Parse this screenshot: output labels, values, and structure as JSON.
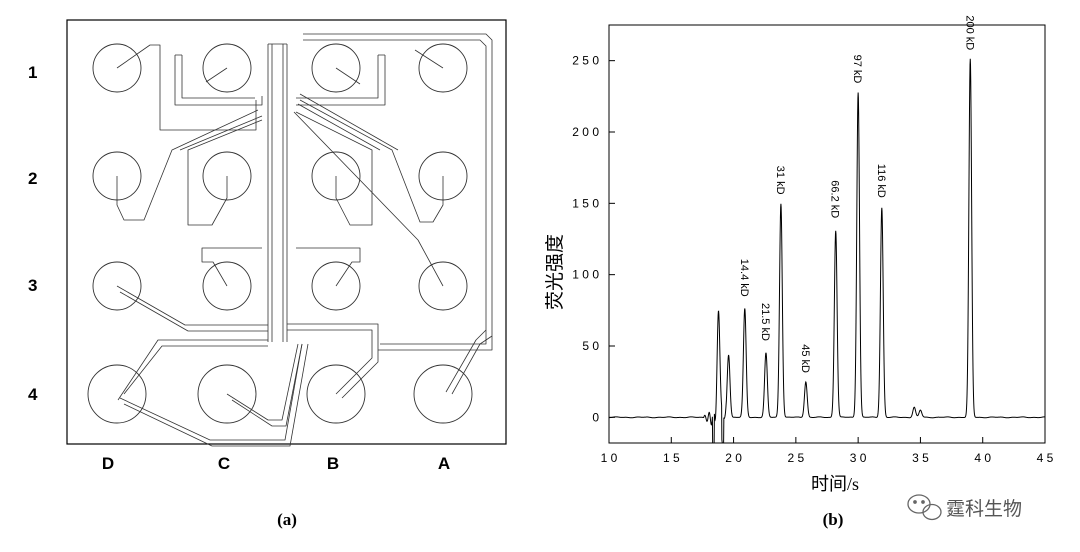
{
  "panel_a": {
    "caption": "(a)",
    "row_labels": [
      "1",
      "2",
      "3",
      "4"
    ],
    "column_labels": [
      "D",
      "C",
      "B",
      "A"
    ]
  },
  "panel_b": {
    "caption": "(b)"
  },
  "watermark": {
    "text": "霆科生物"
  },
  "colors": {
    "ink": "#000000",
    "line": "#333333",
    "background": "#ffffff"
  },
  "chart_data": {
    "type": "line",
    "title": "",
    "xlabel": "时间/s",
    "ylabel": "荧光强度",
    "xlim": [
      10,
      45
    ],
    "ylim": [
      -18,
      275
    ],
    "x_ticks": [
      10,
      15,
      20,
      25,
      30,
      35,
      40,
      45
    ],
    "x_tick_labels": [
      "1 0",
      "1 5",
      "2 0",
      "2 5",
      "3 0",
      "3 5",
      "4 0",
      "4 5"
    ],
    "y_ticks": [
      0,
      50,
      100,
      150,
      200,
      250
    ],
    "y_tick_labels": [
      "0",
      "5 0",
      "1 0 0",
      "1 5 0",
      "2 0 0",
      "2 5 0"
    ],
    "grid": false,
    "series": [
      {
        "peaks": [
          {
            "x": 18.8,
            "y": 73,
            "label": ""
          },
          {
            "x": 19.6,
            "y": 44,
            "label": ""
          },
          {
            "x": 20.9,
            "y": 76,
            "label": "14.4 kD"
          },
          {
            "x": 22.6,
            "y": 45,
            "label": "21.5 kD"
          },
          {
            "x": 23.8,
            "y": 150,
            "label": "31 kD"
          },
          {
            "x": 25.8,
            "y": 25,
            "label": "45 kD"
          },
          {
            "x": 28.2,
            "y": 131,
            "label": "66.2 kD"
          },
          {
            "x": 30.0,
            "y": 228,
            "label": "97 kD"
          },
          {
            "x": 31.9,
            "y": 147,
            "label": "116 kD"
          },
          {
            "x": 34.5,
            "y": 7,
            "label": ""
          },
          {
            "x": 35.0,
            "y": 5,
            "label": ""
          },
          {
            "x": 39.0,
            "y": 251,
            "label": "200 kD"
          }
        ]
      }
    ]
  }
}
